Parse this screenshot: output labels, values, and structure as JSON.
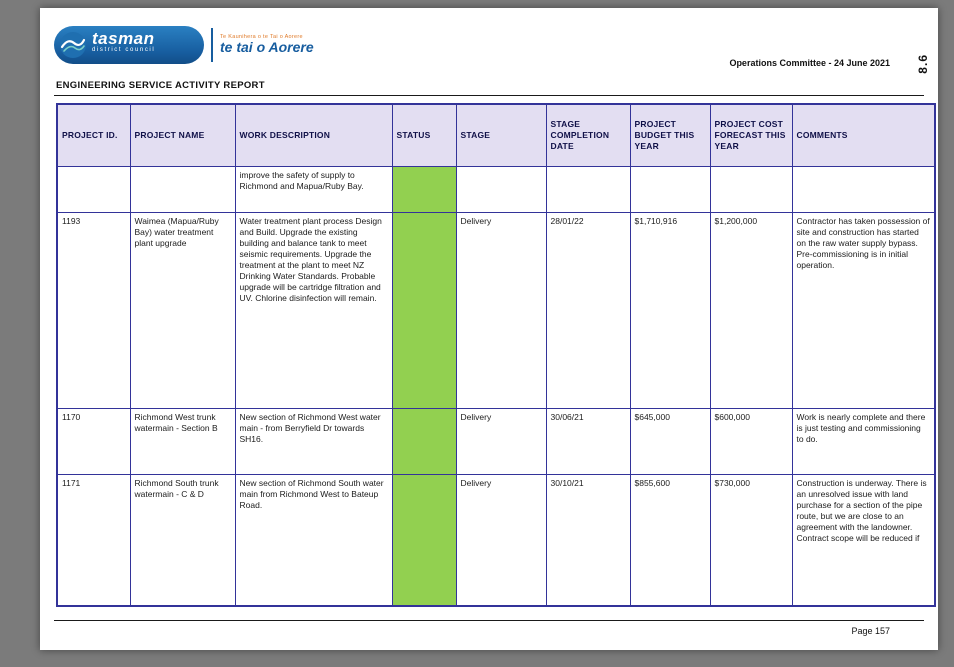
{
  "colors": {
    "status_green": "#92D050",
    "header_bg": "#E3DEF2",
    "table_border": "#333399",
    "logo_blue": "#175D9F",
    "logo_accent_orange": "#E07B2A"
  },
  "logo": {
    "word": "tasman",
    "subtitle": "district council",
    "small_text": "Te Kaunihera o te Tai o Aorere",
    "maori": "te tai o Aorere"
  },
  "header": {
    "committee_line": "Operations Committee - 24 June 2021",
    "agenda_item_number": "8.6",
    "report_title": "ENGINEERING SERVICE ACTIVITY REPORT"
  },
  "footer": {
    "page_label": "Page 157"
  },
  "table": {
    "columns": [
      "PROJECT ID.",
      "PROJECT NAME",
      "WORK DESCRIPTION",
      "STATUS",
      "STAGE",
      "STAGE COMPLETION DATE",
      "PROJECT BUDGET THIS YEAR",
      "PROJECT COST FORECAST THIS YEAR",
      "COMMENTS"
    ],
    "rows": [
      {
        "id": "",
        "name": "",
        "description": "improve the safety of supply to Richmond and Mapua/Ruby Bay.",
        "status": "green",
        "stage": "",
        "completion_date": "",
        "budget": "",
        "forecast": "",
        "comments": ""
      },
      {
        "id": "1193",
        "name": "Waimea (Mapua/Ruby Bay) water treatment plant upgrade",
        "description": "Water treatment plant process Design and Build. Upgrade the existing building and balance tank to meet seismic requirements.  Upgrade the treatment at the plant to meet NZ Drinking Water Standards. Probable upgrade will be cartridge filtration and UV. Chlorine disinfection will remain.",
        "status": "green",
        "stage": "Delivery",
        "completion_date": "28/01/22",
        "budget": "$1,710,916",
        "forecast": "$1,200,000",
        "comments": "Contractor has taken possession of site and construction has started on the raw water supply bypass. Pre-commissioning is in initial operation."
      },
      {
        "id": "1170",
        "name": "Richmond West trunk watermain - Section B",
        "description": "New section of Richmond West water main - from Berryfield Dr towards SH16.",
        "status": "green",
        "stage": "Delivery",
        "completion_date": "30/06/21",
        "budget": "$645,000",
        "forecast": "$600,000",
        "comments": "Work is nearly complete and there is just testing and commissioning to do."
      },
      {
        "id": "1171",
        "name": "Richmond South trunk watermain - C & D",
        "description": "New section of Richmond South water main from Richmond West to Bateup Road.",
        "status": "green",
        "stage": "Delivery",
        "completion_date": "30/10/21",
        "budget": "$855,600",
        "forecast": "$730,000",
        "comments": "Construction is underway. There is an unresolved issue with land purchase for a section of the pipe route, but we are close to an agreement with the landowner.  Contract scope will be reduced if"
      }
    ]
  }
}
